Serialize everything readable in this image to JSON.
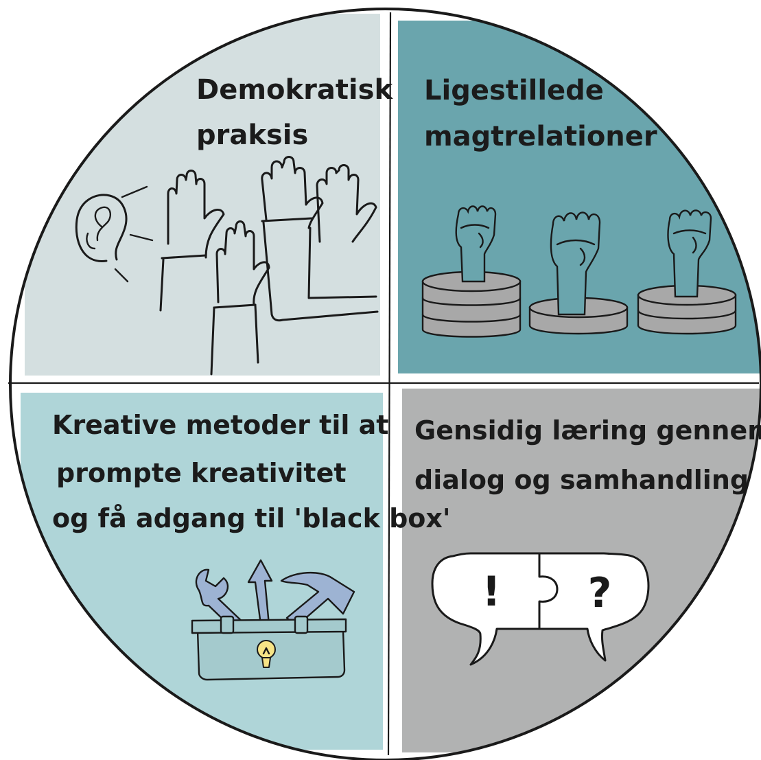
{
  "quadrants": {
    "top_left": {
      "lines": [
        "Demokratisk",
        "praksis"
      ],
      "color": "#d4dfe0"
    },
    "top_right": {
      "lines": [
        "Ligestillede",
        "magtrelationer"
      ],
      "color": "#6aa5ad"
    },
    "bottom_left": {
      "lines": [
        "Kreative metoder til at",
        "prompte kreativitet",
        "og få adgang til 'black box'"
      ],
      "color": "#afd5d8"
    },
    "bottom_right": {
      "lines": [
        "Gensidig læring gennem",
        "dialog og samhandling"
      ],
      "color": "#b1b2b2"
    }
  },
  "speech_bubble": {
    "left_symbol": "!",
    "right_symbol": "?"
  },
  "icons": {
    "top_left": [
      "ear-icon",
      "raised-hands-icon"
    ],
    "top_right": [
      "raised-fist-icon",
      "coin-stack-icon"
    ],
    "bottom_left": [
      "toolbox-icon",
      "wrench-icon",
      "hammer-icon",
      "arrow-icon",
      "lightbulb-icon"
    ],
    "bottom_right": [
      "speech-bubble-icon",
      "puzzle-piece-icon"
    ]
  },
  "colors": {
    "fist": "#6aa5ad",
    "coins": "#a8a8a8",
    "tools": "#9db3d3",
    "toolbox": "#a4cacd",
    "bulb": "#f7e486",
    "outline": "#1a1a1a"
  }
}
